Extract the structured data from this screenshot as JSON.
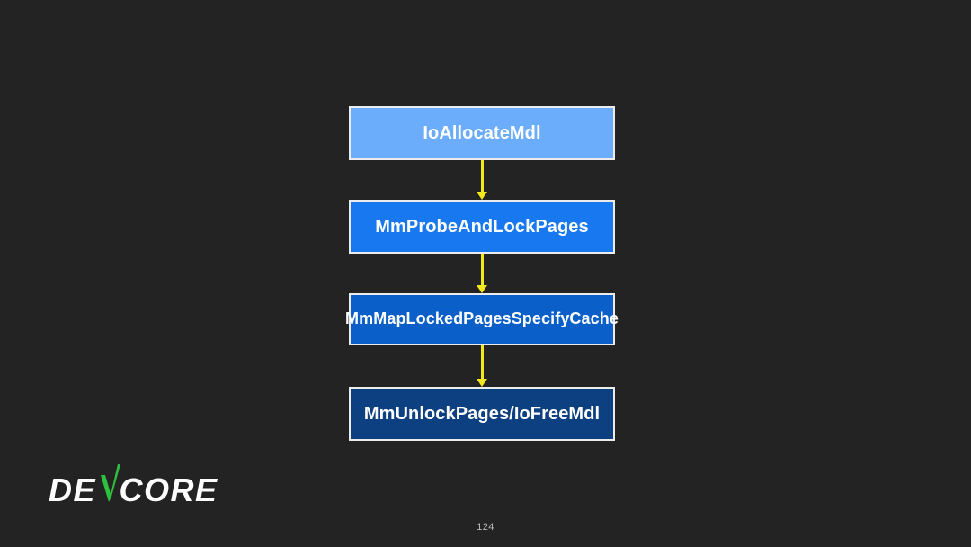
{
  "slide": {
    "background_color": "#232323",
    "page_number": "124"
  },
  "flowchart": {
    "type": "vertical-flow",
    "arrow_color": "#f2e81b",
    "border_color": "#ececec",
    "nodes": [
      {
        "id": "node-1",
        "label": "IoAllocateMdl",
        "fill": "#6cadfb",
        "text_color": "#ffffff"
      },
      {
        "id": "node-2",
        "label": "MmProbeAndLockPages",
        "fill": "#1878f0",
        "text_color": "#ffffff"
      },
      {
        "id": "node-3",
        "label": "MmMapLockedPagesSpecifyCache",
        "fill": "#0b5fc8",
        "text_color": "#ffffff"
      },
      {
        "id": "node-4",
        "label": "MmUnlockPages/IoFreeMdl",
        "fill": "#0d4080",
        "text_color": "#ffffff"
      }
    ],
    "edges": [
      {
        "from": "node-1",
        "to": "node-2"
      },
      {
        "from": "node-2",
        "to": "node-3"
      },
      {
        "from": "node-3",
        "to": "node-4"
      }
    ]
  },
  "logo": {
    "text_left": "DE",
    "text_right": "CORE",
    "full_text": "DEVCORE",
    "check_color": "#2fbf3f",
    "text_color": "#ffffff"
  }
}
